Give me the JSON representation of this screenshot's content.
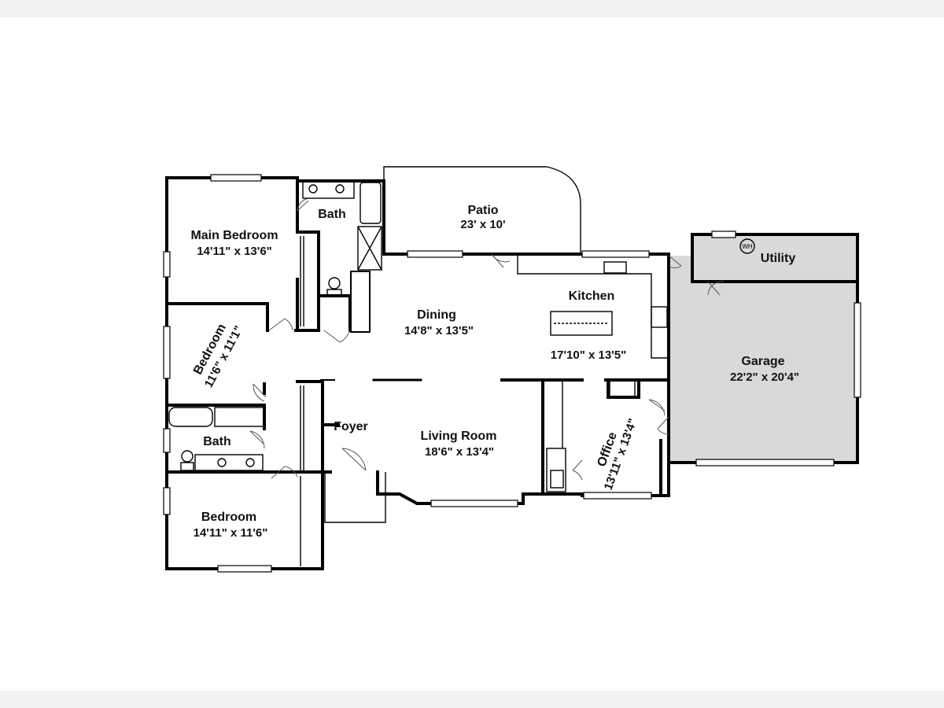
{
  "colors": {
    "wall": "#000000",
    "garage_fill": "#d9d9d9",
    "page_background": "#ffffff",
    "band": "#f2f2f2"
  },
  "rooms": {
    "patio": {
      "name": "Patio",
      "dims": "23' x 10'"
    },
    "main_bedroom": {
      "name": "Main Bedroom",
      "dims": "14'11\" x 13'6\""
    },
    "main_bath": {
      "name": "Bath"
    },
    "dining": {
      "name": "Dining",
      "dims": "14'8\" x 13'5\""
    },
    "kitchen": {
      "name": "Kitchen",
      "dims": "17'10\" x 13'5\""
    },
    "utility": {
      "name": "Utility",
      "wh_label": "WH"
    },
    "garage": {
      "name": "Garage",
      "dims": "22'2\" x 20'4\""
    },
    "bedroom2": {
      "name": "Bedroom",
      "dims": "11'6\" x 11'1\""
    },
    "bath2": {
      "name": "Bath"
    },
    "foyer": {
      "name": "Foyer"
    },
    "living_room": {
      "name": "Living Room",
      "dims": "18'6\" x 13'4\""
    },
    "office": {
      "name": "Office",
      "dims": "13'11\" x 13'4\""
    },
    "bedroom3": {
      "name": "Bedroom",
      "dims": "14'11\" x 11'6\""
    }
  }
}
